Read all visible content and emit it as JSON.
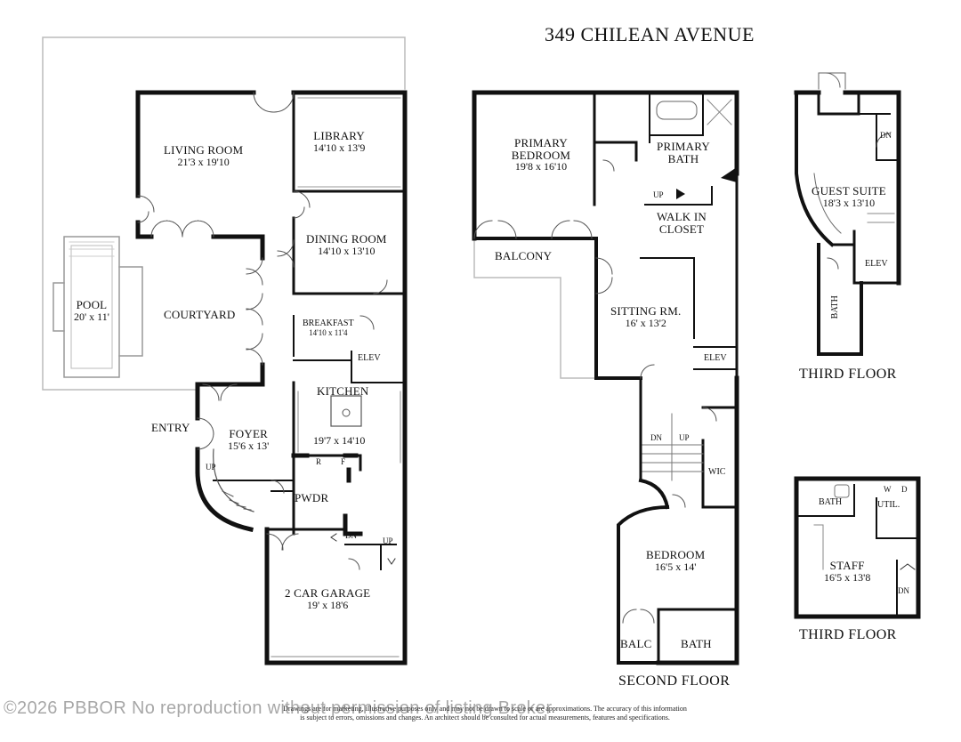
{
  "title": "349 CHILEAN AVENUE",
  "floors": {
    "first": {
      "rooms": [
        {
          "id": "living",
          "name": "LIVING ROOM",
          "dims": "21'3 x 19'10"
        },
        {
          "id": "library",
          "name": "LIBRARY",
          "dims": "14'10 x 13'9"
        },
        {
          "id": "dining",
          "name": "DINING ROOM",
          "dims": "14'10 x 13'10"
        },
        {
          "id": "pool",
          "name": "POOL",
          "dims": "20' x 11'"
        },
        {
          "id": "courtyard",
          "name": "COURTYARD",
          "dims": ""
        },
        {
          "id": "breakfast",
          "name": "BREAKFAST",
          "dims": "14'10 x 11'4"
        },
        {
          "id": "elev1",
          "name": "ELEV",
          "dims": ""
        },
        {
          "id": "kitchen",
          "name": "KITCHEN",
          "dims": "19'7 x 14'10"
        },
        {
          "id": "entry",
          "name": "ENTRY",
          "dims": ""
        },
        {
          "id": "foyer",
          "name": "FOYER",
          "dims": "15'6 x 13'"
        },
        {
          "id": "pwdr",
          "name": "PWDR",
          "dims": ""
        },
        {
          "id": "garage",
          "name": "2 CAR GARAGE",
          "dims": "19' x 18'6"
        }
      ],
      "marks": {
        "up1": "UP",
        "up2": "UP",
        "dn1": "DN",
        "r": "R",
        "f": "F"
      }
    },
    "second": {
      "label": "SECOND FLOOR",
      "rooms": [
        {
          "id": "primary_bed",
          "name": "PRIMARY BEDROOM",
          "dims": "19'8 x 16'10"
        },
        {
          "id": "primary_bath",
          "name": "PRIMARY BATH",
          "dims": ""
        },
        {
          "id": "walkin",
          "name": "WALK IN CLOSET",
          "dims": ""
        },
        {
          "id": "balcony",
          "name": "BALCONY",
          "dims": ""
        },
        {
          "id": "sitting",
          "name": "SITTING RM.",
          "dims": "16' x 13'2"
        },
        {
          "id": "elev2",
          "name": "ELEV",
          "dims": ""
        },
        {
          "id": "wic",
          "name": "WIC",
          "dims": ""
        },
        {
          "id": "bedroom",
          "name": "BEDROOM",
          "dims": "16'5 x 14'"
        },
        {
          "id": "balc",
          "name": "BALC",
          "dims": ""
        },
        {
          "id": "bath2",
          "name": "BATH",
          "dims": ""
        }
      ],
      "marks": {
        "up": "UP",
        "dn": "DN",
        "up2": "UP"
      }
    },
    "third_a": {
      "label": "THIRD FLOOR",
      "rooms": [
        {
          "id": "guest",
          "name": "GUEST SUITE",
          "dims": "18'3 x 13'10"
        },
        {
          "id": "elev3",
          "name": "ELEV",
          "dims": ""
        },
        {
          "id": "bath3",
          "name": "BATH",
          "dims": ""
        }
      ],
      "marks": {
        "dn": "DN"
      }
    },
    "third_b": {
      "label": "THIRD FLOOR",
      "rooms": [
        {
          "id": "bath4",
          "name": "BATH",
          "dims": ""
        },
        {
          "id": "util",
          "name": "UTIL.",
          "dims": ""
        },
        {
          "id": "staff",
          "name": "STAFF",
          "dims": "16'5 x 13'8"
        }
      ],
      "marks": {
        "w": "W",
        "d": "D",
        "dn": "DN"
      }
    }
  },
  "disclaimer": {
    "line1": "Drawings are for marketing, illustrative purposes only and may not be drawn to scale or are approximations. The accuracy of this information",
    "line2": "is subject to errors, omissions and changes. An architect should be consulted for actual measurements, features and specifications."
  },
  "watermark": "©2026 PBBOR No reproduction without permission of listing Broker"
}
